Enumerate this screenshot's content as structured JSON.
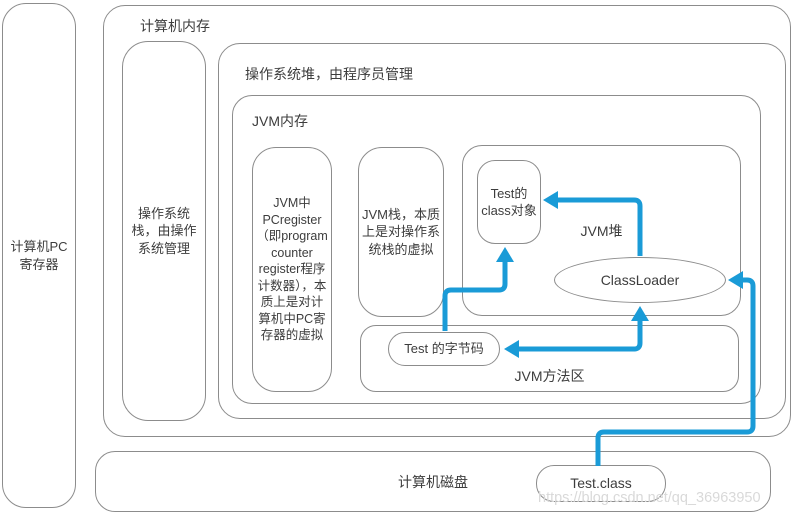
{
  "nodes": {
    "computer_pc_register": {
      "label": "计算机PC寄存器"
    },
    "computer_memory": {
      "label": "计算机内存"
    },
    "os_stack": {
      "label": "操作系统栈，由操作系统管理"
    },
    "os_heap": {
      "label": "操作系统堆，由程序员管理"
    },
    "jvm_memory": {
      "label": "JVM内存"
    },
    "jvm_pc_register": {
      "label": "JVM中PCregister（即program counter register程序计数器），本质上是对计算机中PC寄存器的虚拟"
    },
    "jvm_stack": {
      "label": "JVM栈，本质上是对操作系统栈的虚拟"
    },
    "jvm_heap": {
      "label": "JVM堆"
    },
    "test_class_object": {
      "label": "Test的class对象"
    },
    "classloader": {
      "label": "ClassLoader"
    },
    "jvm_method_area": {
      "label": "JVM方法区"
    },
    "test_bytecode": {
      "label": "Test 的字节码"
    },
    "computer_disk": {
      "label": "计算机磁盘"
    },
    "test_class_file": {
      "label": "Test.class"
    }
  },
  "edges": [
    {
      "from": "test_class_file",
      "to": "classloader"
    },
    {
      "from": "test_bytecode",
      "to": "classloader",
      "bidirectional": true
    },
    {
      "from": "classloader",
      "to": "test_class_object"
    },
    {
      "from": "test_bytecode",
      "to": "test_class_object"
    }
  ],
  "watermark": "https://blog.csdn.net/qq_36963950",
  "colors": {
    "arrow": "#1a9bd7",
    "border": "#8c8c8c",
    "text": "#3d3d3d",
    "watermark": "#d9d9d9",
    "background": "#ffffff"
  }
}
